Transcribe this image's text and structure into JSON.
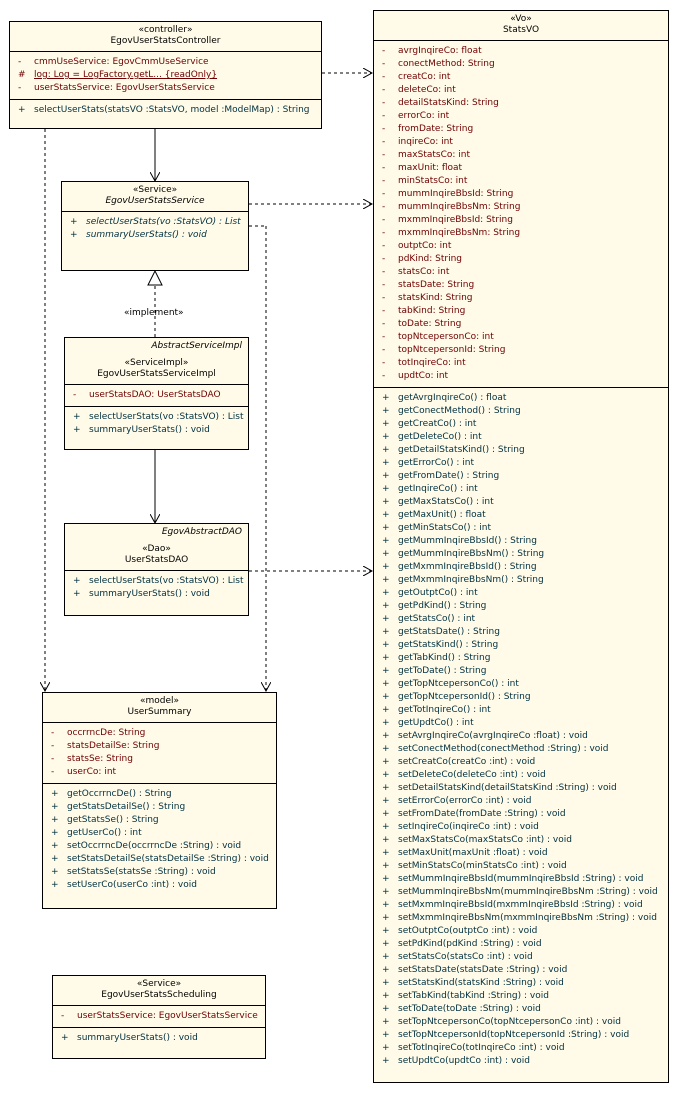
{
  "controller": {
    "stereotype": "«controller»",
    "name": "EgovUserStatsController",
    "attributes": [
      {
        "vis": "-",
        "text": "cmmUseService:  EgovCmmUseService"
      },
      {
        "vis": "#",
        "text": "log:  Log = LogFactory.getL... {readOnly}",
        "static": true
      },
      {
        "vis": "-",
        "text": "userStatsService:  EgovUserStatsService"
      }
    ],
    "operations": [
      {
        "vis": "+",
        "text": "selectUserStats(statsVO :StatsVO, model :ModelMap) : String"
      }
    ]
  },
  "service": {
    "stereotype": "«Service»",
    "name": "EgovUserStatsService",
    "operations": [
      {
        "vis": "+",
        "text": "selectUserStats(vo :StatsVO) : List"
      },
      {
        "vis": "+",
        "text": "summaryUserStats() : void"
      }
    ]
  },
  "implement_label": "«implement»",
  "serviceImpl": {
    "parent": "AbstractServiceImpl",
    "stereotype": "«ServiceImpl»",
    "name": "EgovUserStatsServiceImpl",
    "attributes": [
      {
        "vis": "-",
        "text": "userStatsDAO:  UserStatsDAO"
      }
    ],
    "operations": [
      {
        "vis": "+",
        "text": "selectUserStats(vo :StatsVO) : List"
      },
      {
        "vis": "+",
        "text": "summaryUserStats() : void"
      }
    ]
  },
  "dao": {
    "parent": "EgovAbstractDAO",
    "stereotype": "«Dao»",
    "name": "UserStatsDAO",
    "operations": [
      {
        "vis": "+",
        "text": "selectUserStats(vo :StatsVO) : List"
      },
      {
        "vis": "+",
        "text": "summaryUserStats() : void"
      }
    ]
  },
  "userSummary": {
    "stereotype": "«model»",
    "name": "UserSummary",
    "attributes": [
      {
        "vis": "-",
        "text": "occrrncDe:  String"
      },
      {
        "vis": "-",
        "text": "statsDetailSe:  String"
      },
      {
        "vis": "-",
        "text": "statsSe:  String"
      },
      {
        "vis": "-",
        "text": "userCo:  int"
      }
    ],
    "operations": [
      {
        "vis": "+",
        "text": "getOccrrncDe() : String"
      },
      {
        "vis": "+",
        "text": "getStatsDetailSe() : String"
      },
      {
        "vis": "+",
        "text": "getStatsSe() : String"
      },
      {
        "vis": "+",
        "text": "getUserCo() : int"
      },
      {
        "vis": "+",
        "text": "setOccrrncDe(occrrncDe :String) : void"
      },
      {
        "vis": "+",
        "text": "setStatsDetailSe(statsDetailSe :String) : void"
      },
      {
        "vis": "+",
        "text": "setStatsSe(statsSe :String) : void"
      },
      {
        "vis": "+",
        "text": "setUserCo(userCo :int) : void"
      }
    ]
  },
  "scheduling": {
    "stereotype": "«Service»",
    "name": "EgovUserStatsScheduling",
    "attributes": [
      {
        "vis": "-",
        "text": "userStatsService:  EgovUserStatsService"
      }
    ],
    "operations": [
      {
        "vis": "+",
        "text": "summaryUserStats() : void"
      }
    ]
  },
  "statsVO": {
    "stereotype": "«Vo»",
    "name": "StatsVO",
    "attributes": [
      {
        "vis": "-",
        "text": "avrgInqireCo:  float"
      },
      {
        "vis": "-",
        "text": "conectMethod:  String"
      },
      {
        "vis": "-",
        "text": "creatCo:  int"
      },
      {
        "vis": "-",
        "text": "deleteCo:  int"
      },
      {
        "vis": "-",
        "text": "detailStatsKind:  String"
      },
      {
        "vis": "-",
        "text": "errorCo:  int"
      },
      {
        "vis": "-",
        "text": "fromDate:  String"
      },
      {
        "vis": "-",
        "text": "inqireCo:  int"
      },
      {
        "vis": "-",
        "text": "maxStatsCo:  int"
      },
      {
        "vis": "-",
        "text": "maxUnit:  float"
      },
      {
        "vis": "-",
        "text": "minStatsCo:  int"
      },
      {
        "vis": "-",
        "text": "mummInqireBbsId:  String"
      },
      {
        "vis": "-",
        "text": "mummInqireBbsNm:  String"
      },
      {
        "vis": "-",
        "text": "mxmmInqireBbsId:  String"
      },
      {
        "vis": "-",
        "text": "mxmmInqireBbsNm:  String"
      },
      {
        "vis": "-",
        "text": "outptCo:  int"
      },
      {
        "vis": "-",
        "text": "pdKind:  String"
      },
      {
        "vis": "-",
        "text": "statsCo:  int"
      },
      {
        "vis": "-",
        "text": "statsDate:  String"
      },
      {
        "vis": "-",
        "text": "statsKind:  String"
      },
      {
        "vis": "-",
        "text": "tabKind:  String"
      },
      {
        "vis": "-",
        "text": "toDate:  String"
      },
      {
        "vis": "-",
        "text": "topNtcepersonCo:  int"
      },
      {
        "vis": "-",
        "text": "topNtcepersonId:  String"
      },
      {
        "vis": "-",
        "text": "totInqireCo:  int"
      },
      {
        "vis": "-",
        "text": "updtCo:  int"
      }
    ],
    "operations": [
      {
        "vis": "+",
        "text": "getAvrgInqireCo() : float"
      },
      {
        "vis": "+",
        "text": "getConectMethod() : String"
      },
      {
        "vis": "+",
        "text": "getCreatCo() : int"
      },
      {
        "vis": "+",
        "text": "getDeleteCo() : int"
      },
      {
        "vis": "+",
        "text": "getDetailStatsKind() : String"
      },
      {
        "vis": "+",
        "text": "getErrorCo() : int"
      },
      {
        "vis": "+",
        "text": "getFromDate() : String"
      },
      {
        "vis": "+",
        "text": "getInqireCo() : int"
      },
      {
        "vis": "+",
        "text": "getMaxStatsCo() : int"
      },
      {
        "vis": "+",
        "text": "getMaxUnit() : float"
      },
      {
        "vis": "+",
        "text": "getMinStatsCo() : int"
      },
      {
        "vis": "+",
        "text": "getMummInqireBbsId() : String"
      },
      {
        "vis": "+",
        "text": "getMummInqireBbsNm() : String"
      },
      {
        "vis": "+",
        "text": "getMxmmInqireBbsId() : String"
      },
      {
        "vis": "+",
        "text": "getMxmmInqireBbsNm() : String"
      },
      {
        "vis": "+",
        "text": "getOutptCo() : int"
      },
      {
        "vis": "+",
        "text": "getPdKind() : String"
      },
      {
        "vis": "+",
        "text": "getStatsCo() : int"
      },
      {
        "vis": "+",
        "text": "getStatsDate() : String"
      },
      {
        "vis": "+",
        "text": "getStatsKind() : String"
      },
      {
        "vis": "+",
        "text": "getTabKind() : String"
      },
      {
        "vis": "+",
        "text": "getToDate() : String"
      },
      {
        "vis": "+",
        "text": "getTopNtcepersonCo() : int"
      },
      {
        "vis": "+",
        "text": "getTopNtcepersonId() : String"
      },
      {
        "vis": "+",
        "text": "getTotInqireCo() : int"
      },
      {
        "vis": "+",
        "text": "getUpdtCo() : int"
      },
      {
        "vis": "+",
        "text": "setAvrgInqireCo(avrgInqireCo :float) : void"
      },
      {
        "vis": "+",
        "text": "setConectMethod(conectMethod :String) : void"
      },
      {
        "vis": "+",
        "text": "setCreatCo(creatCo :int) : void"
      },
      {
        "vis": "+",
        "text": "setDeleteCo(deleteCo :int) : void"
      },
      {
        "vis": "+",
        "text": "setDetailStatsKind(detailStatsKind :String) : void"
      },
      {
        "vis": "+",
        "text": "setErrorCo(errorCo :int) : void"
      },
      {
        "vis": "+",
        "text": "setFromDate(fromDate :String) : void"
      },
      {
        "vis": "+",
        "text": "setInqireCo(inqireCo :int) : void"
      },
      {
        "vis": "+",
        "text": "setMaxStatsCo(maxStatsCo :int) : void"
      },
      {
        "vis": "+",
        "text": "setMaxUnit(maxUnit :float) : void"
      },
      {
        "vis": "+",
        "text": "setMinStatsCo(minStatsCo :int) : void"
      },
      {
        "vis": "+",
        "text": "setMummInqireBbsId(mummInqireBbsId :String) : void"
      },
      {
        "vis": "+",
        "text": "setMummInqireBbsNm(mummInqireBbsNm :String) : void"
      },
      {
        "vis": "+",
        "text": "setMxmmInqireBbsId(mxmmInqireBbsId :String) : void"
      },
      {
        "vis": "+",
        "text": "setMxmmInqireBbsNm(mxmmInqireBbsNm :String) : void"
      },
      {
        "vis": "+",
        "text": "setOutptCo(outptCo :int) : void"
      },
      {
        "vis": "+",
        "text": "setPdKind(pdKind :String) : void"
      },
      {
        "vis": "+",
        "text": "setStatsCo(statsCo :int) : void"
      },
      {
        "vis": "+",
        "text": "setStatsDate(statsDate :String) : void"
      },
      {
        "vis": "+",
        "text": "setStatsKind(statsKind :String) : void"
      },
      {
        "vis": "+",
        "text": "setTabKind(tabKind :String) : void"
      },
      {
        "vis": "+",
        "text": "setToDate(toDate :String) : void"
      },
      {
        "vis": "+",
        "text": "setTopNtcepersonCo(topNtcepersonCo :int) : void"
      },
      {
        "vis": "+",
        "text": "setTopNtcepersonId(topNtcepersonId :String) : void"
      },
      {
        "vis": "+",
        "text": "setTotInqireCo(totInqireCo :int) : void"
      },
      {
        "vis": "+",
        "text": "setUpdtCo(updtCo :int) : void"
      }
    ]
  }
}
